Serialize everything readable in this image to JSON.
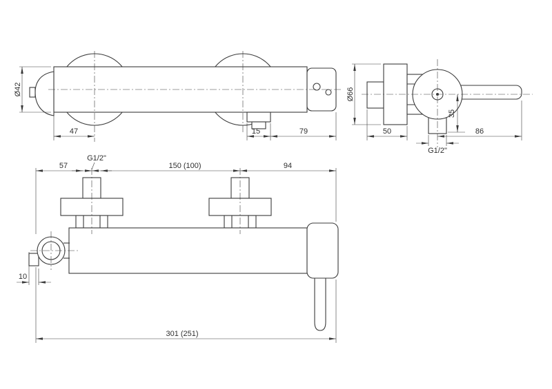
{
  "drawing": {
    "colors": {
      "background": "#ffffff",
      "line": "#3a3a3a"
    },
    "views": {
      "front_top": {
        "dims": {
          "body_diameter": "Ø42",
          "end_to_inlet": "47",
          "outlet_width": "15",
          "outlet_to_end": "79"
        }
      },
      "side": {
        "dims": {
          "escutcheon_diameter": "Ø66",
          "wall_depth": "50",
          "outlet_drop": "35",
          "handle_reach": "86",
          "outlet_thread": "G1/2\""
        }
      },
      "front_main": {
        "dims": {
          "end_to_inlet": "57",
          "inlet_thread": "G1/2\"",
          "inlet_spacing": "150 (100)",
          "inlet_to_handle": "94",
          "holder_offset": "10",
          "overall_width": "301 (251)"
        }
      }
    }
  }
}
